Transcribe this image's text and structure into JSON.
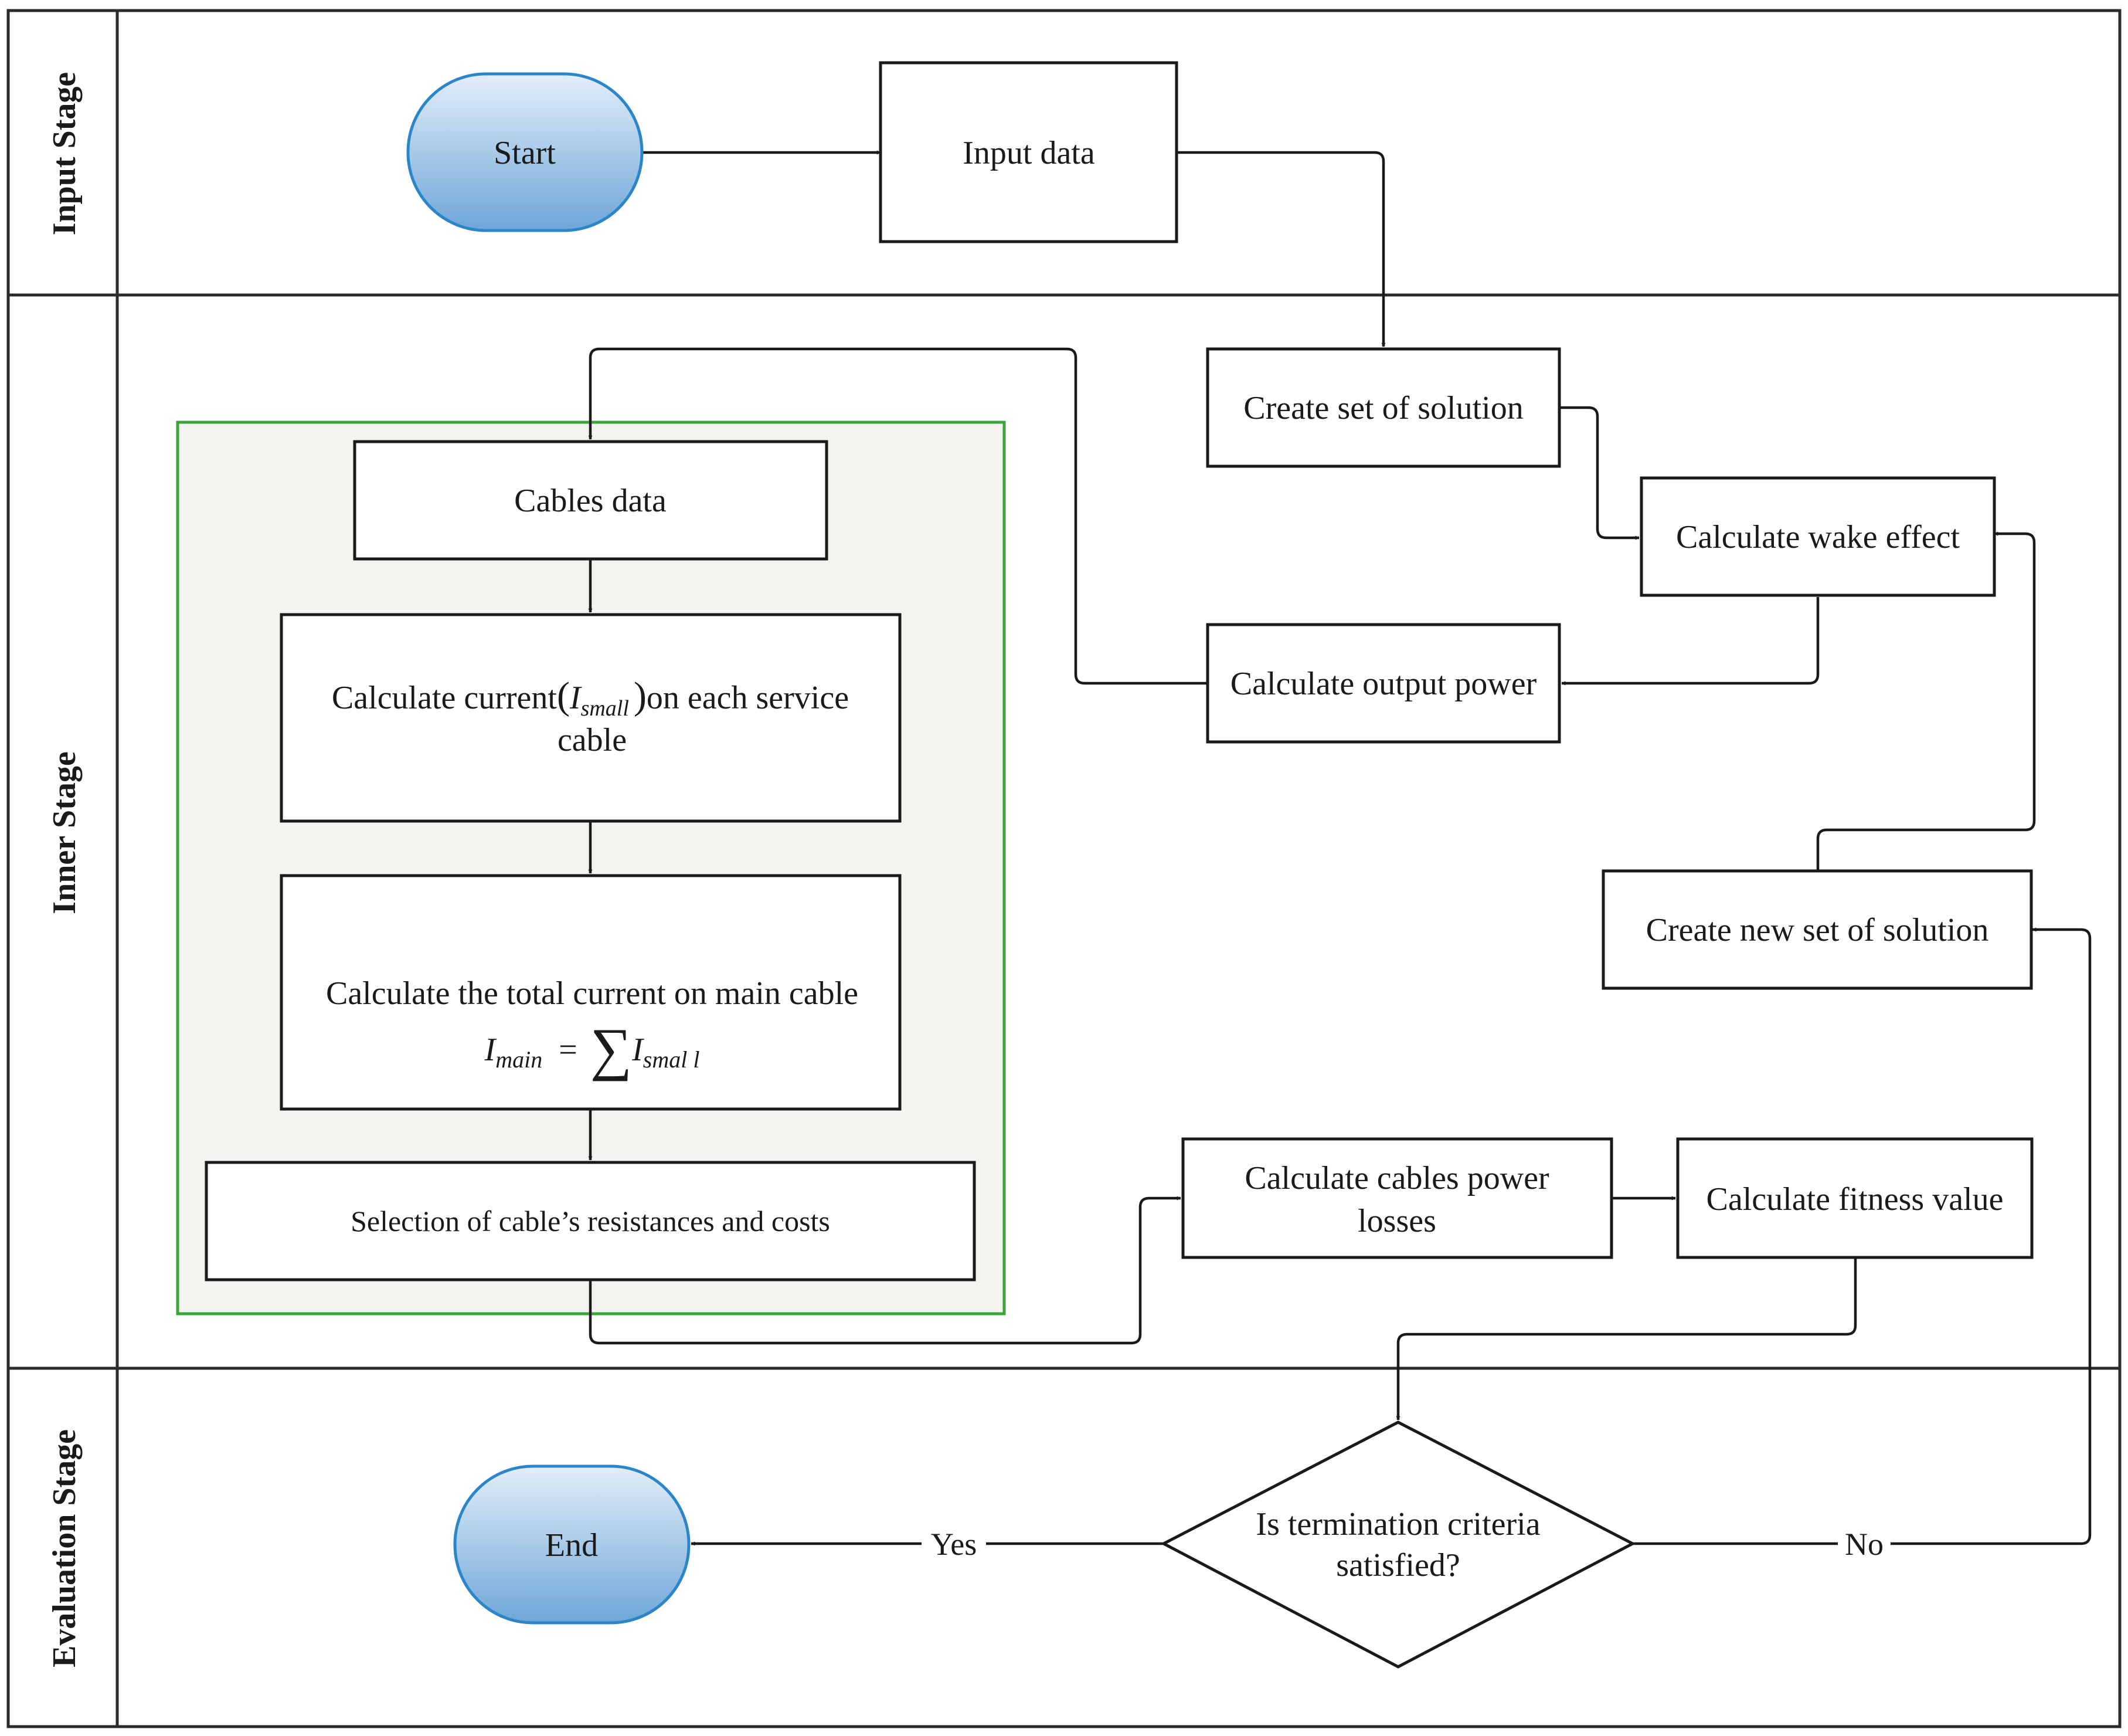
{
  "lanes": {
    "input": "Input Stage",
    "inner": "Inner  Stage",
    "evaluation": "Evaluation Stage"
  },
  "nodes": {
    "start": "Start",
    "input_data": "Input data",
    "create_set": "Create set of solution",
    "wake_effect": "Calculate wake effect",
    "output_power": "Calculate output power",
    "create_new_set": "Create new set of solution",
    "cables_data": "Cables data",
    "calc_current": {
      "prefix": "Calculate current",
      "open_paren": "(",
      "symbol": "I",
      "subscript": "small",
      "close_paren": ")",
      "suffix": "on each service",
      "line2": "cable"
    },
    "calc_total": {
      "line1": "Calculate the total current on main cable",
      "lhs_symbol": "I",
      "lhs_subscript": "main",
      "equals": "=",
      "sum": "∑",
      "rhs_symbol": "I",
      "rhs_subscript": "smal l"
    },
    "selection": "Selection of cable’s resistances and costs",
    "power_losses": {
      "line1": "Calculate cables power",
      "line2": "losses"
    },
    "fitness": "Calculate fitness value",
    "decision": {
      "line1": "Is termination criteria",
      "line2": "satisfied?"
    },
    "end": "End"
  },
  "edges": {
    "yes": "Yes",
    "no": "No"
  },
  "colors": {
    "terminal_top": "#e3eef9",
    "terminal_bottom": "#6ea6d8",
    "terminal_border": "#2a86c8",
    "group_fill": "#f3f4f0",
    "group_border": "#3aa33a"
  }
}
